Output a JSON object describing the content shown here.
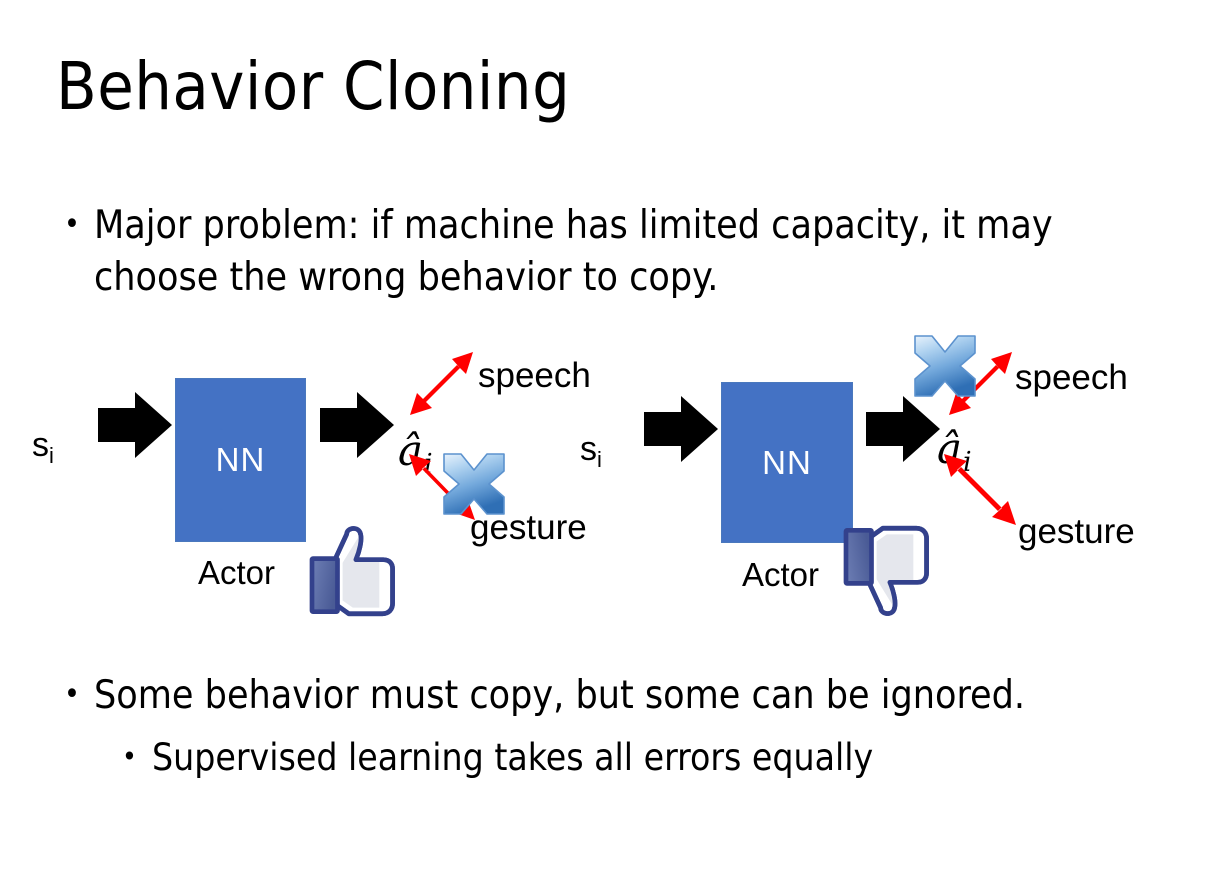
{
  "slide": {
    "title": "Behavior Cloning",
    "background_color": "#FFFFFF"
  },
  "bullets": {
    "top": "Major problem: if machine has limited capacity, it may choose the wrong behavior to copy.",
    "bottom_level1": "Some behavior must copy, but some can be ignored.",
    "bottom_level2": "Supervised learning takes all errors equally"
  },
  "colors": {
    "nn_box_fill": "#4472C4",
    "nn_box_border": "#4A78BD",
    "nn_text": "#FFFFFF",
    "arrow_black": "#000000",
    "arrow_red": "#FF0000",
    "cross_blue_light": "#CFE3F7",
    "cross_blue_mid": "#6FA8DC",
    "cross_blue_dark": "#2E6DB4",
    "thumb_outline": "#33418C",
    "thumb_cuff": "#5B6EA8",
    "thumb_fill": "#FFFFFF",
    "thumb_shadow": "#E2E4EA",
    "text": "#000000"
  },
  "diagrams": [
    {
      "id": "left",
      "state_label": "s",
      "state_subscript": "i",
      "nn_label": "NN",
      "actor_label": "Actor",
      "action_label": "â",
      "action_subscript": "i",
      "outputs": [
        {
          "label": "speech",
          "crossed_out": false
        },
        {
          "label": "gesture",
          "crossed_out": true
        }
      ],
      "feedback_icon": "thumbs-up-icon",
      "feedback_value": "positive"
    },
    {
      "id": "right",
      "state_label": "s",
      "state_subscript": "i",
      "nn_label": "NN",
      "actor_label": "Actor",
      "action_label": "â",
      "action_subscript": "i",
      "outputs": [
        {
          "label": "speech",
          "crossed_out": true
        },
        {
          "label": "gesture",
          "crossed_out": false
        }
      ],
      "feedback_icon": "thumbs-down-icon",
      "feedback_value": "negative"
    }
  ]
}
